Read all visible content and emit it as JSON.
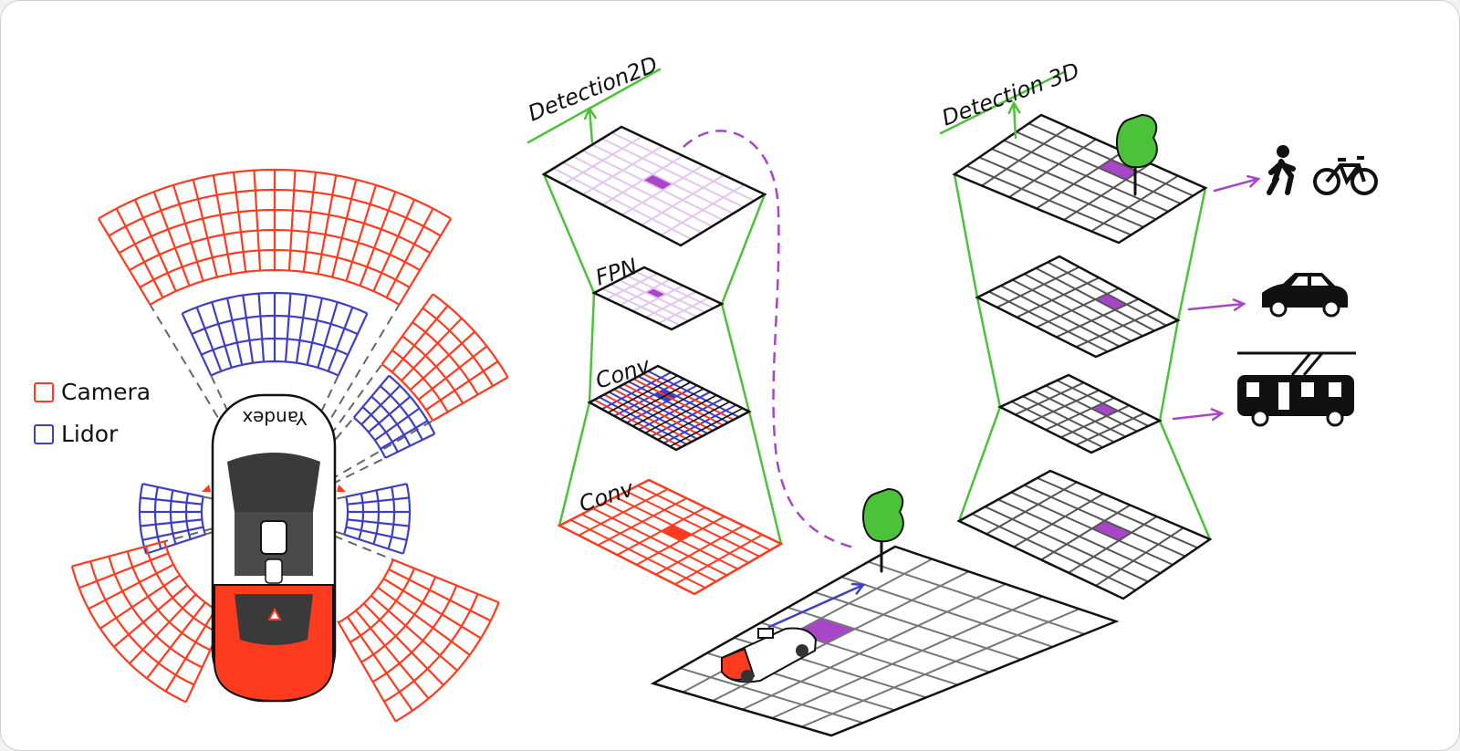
{
  "legend": [
    {
      "label": "Camera",
      "color": "#ff3b1f"
    },
    {
      "label": "Lidor",
      "color": "#3f3fc4"
    }
  ],
  "car": {
    "brand": "Yandex"
  },
  "stack_2d": {
    "title": "Detection2D",
    "layers": [
      "FPN",
      "Conv",
      "Conv"
    ]
  },
  "stack_3d": {
    "title": "Detection 3D"
  },
  "outputs": [
    "pedestrian-icon",
    "bicycle-icon",
    "car-icon",
    "trolleybus-icon"
  ],
  "colors": {
    "camera": "#ff3b1f",
    "lidar": "#3f3fc4",
    "connector": "#4cc23a",
    "highlight": "#a746c9",
    "grid_light": "#e2c6ee",
    "grid_dark": "#555555"
  }
}
